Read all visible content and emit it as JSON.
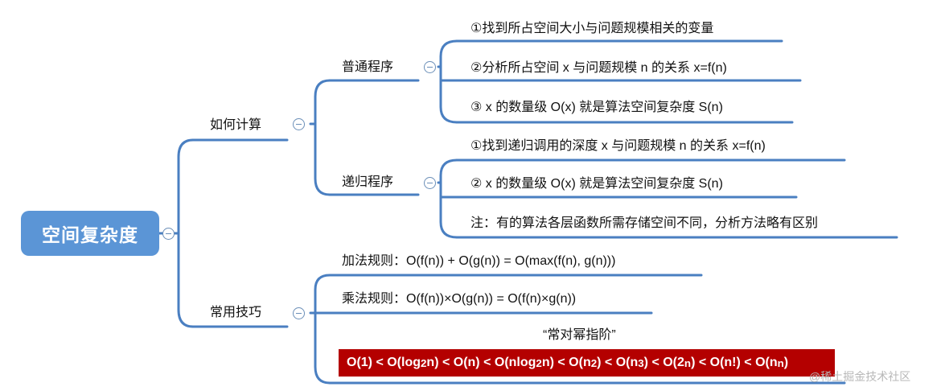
{
  "root": {
    "label": "空间复杂度"
  },
  "how_to_compute": {
    "label": "如何计算",
    "normal": {
      "label": "普通程序",
      "items": [
        "①找到所占空间大小与问题规模相关的变量",
        "②分析所占空间 x 与问题规模 n 的关系 x=f(n)",
        "③ x 的数量级 O(x) 就是算法空间复杂度 S(n)"
      ]
    },
    "recursive": {
      "label": "递归程序",
      "items": [
        "①找到递归调用的深度 x 与问题规模 n 的关系 x=f(n)",
        "②  x 的数量级 O(x) 就是算法空间复杂度 S(n)",
        "注：有的算法各层函数所需存储空间不同，分析方法略有区别"
      ]
    }
  },
  "common_tricks": {
    "label": "常用技巧",
    "addition_rule": "加法规则：O(f(n)) + O(g(n)) = O(max(f(n), g(n)))",
    "multiplication_rule": "乘法规则：O(f(n))×O(g(n)) = O(f(n)×g(n))",
    "mnemonic": "“常对幂指阶”",
    "order": {
      "a": "O(1) < O(log",
      "a_sub": "2",
      "b": "n) < O(n) < O(nlog",
      "b_sub": "2",
      "c": "n) < O(n",
      "c_sup": "2",
      "d": ") < O(n",
      "d_sup": "3",
      "e": ") < O(2",
      "e_sup": "n",
      "f": ") < O(n!) < O(n",
      "f_sup": "n",
      "g": ")"
    }
  },
  "watermark": "@稀土掘金技术社区",
  "colors": {
    "root_fill": "#5b95d6",
    "line": "#4a7fc1",
    "highlight": "#b40000"
  }
}
